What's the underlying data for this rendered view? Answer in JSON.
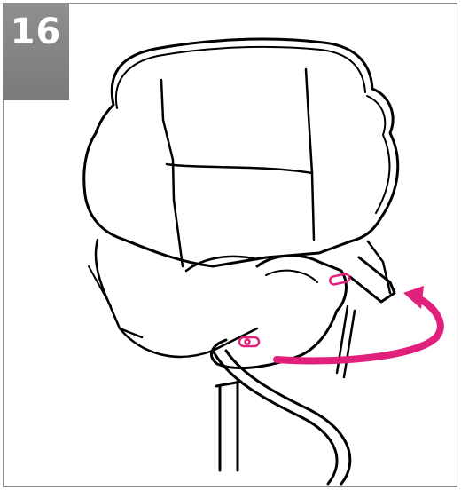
{
  "step": {
    "number": "16"
  },
  "colors": {
    "badge": "#808080",
    "accent": "#e0207a",
    "line": "#000000",
    "frame": "#8a8a8a"
  },
  "illustration": {
    "subject": "headrest-cover-attachment",
    "arrow": "curved-rotation-arrow",
    "clips": [
      "clip-icon",
      "clip-icon"
    ]
  }
}
